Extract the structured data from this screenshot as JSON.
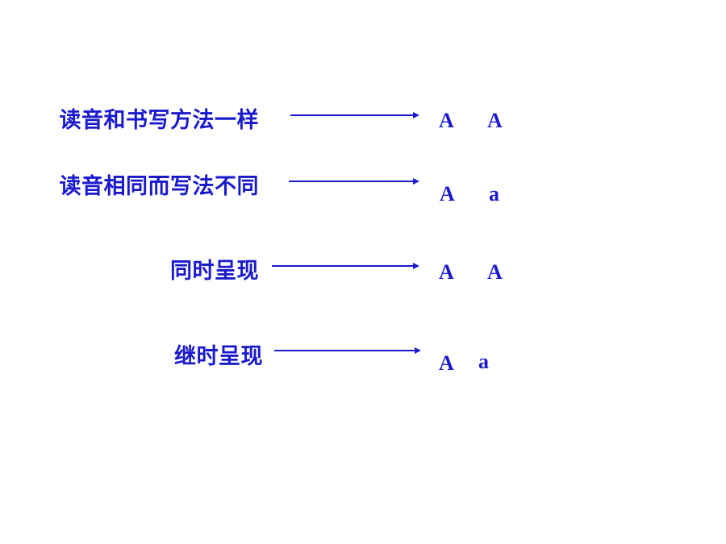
{
  "rows": [
    {
      "label": "读音和书写方法一样",
      "left": "A",
      "right": "A"
    },
    {
      "label": "读音相同而写法不同",
      "left": "A",
      "right": "a"
    },
    {
      "label": "同时呈现",
      "left": "A",
      "right": "A"
    },
    {
      "label": "继时呈现",
      "left": "A",
      "right": "a"
    }
  ],
  "colors": {
    "text": "#1a1acc",
    "background": "#ffffff"
  }
}
